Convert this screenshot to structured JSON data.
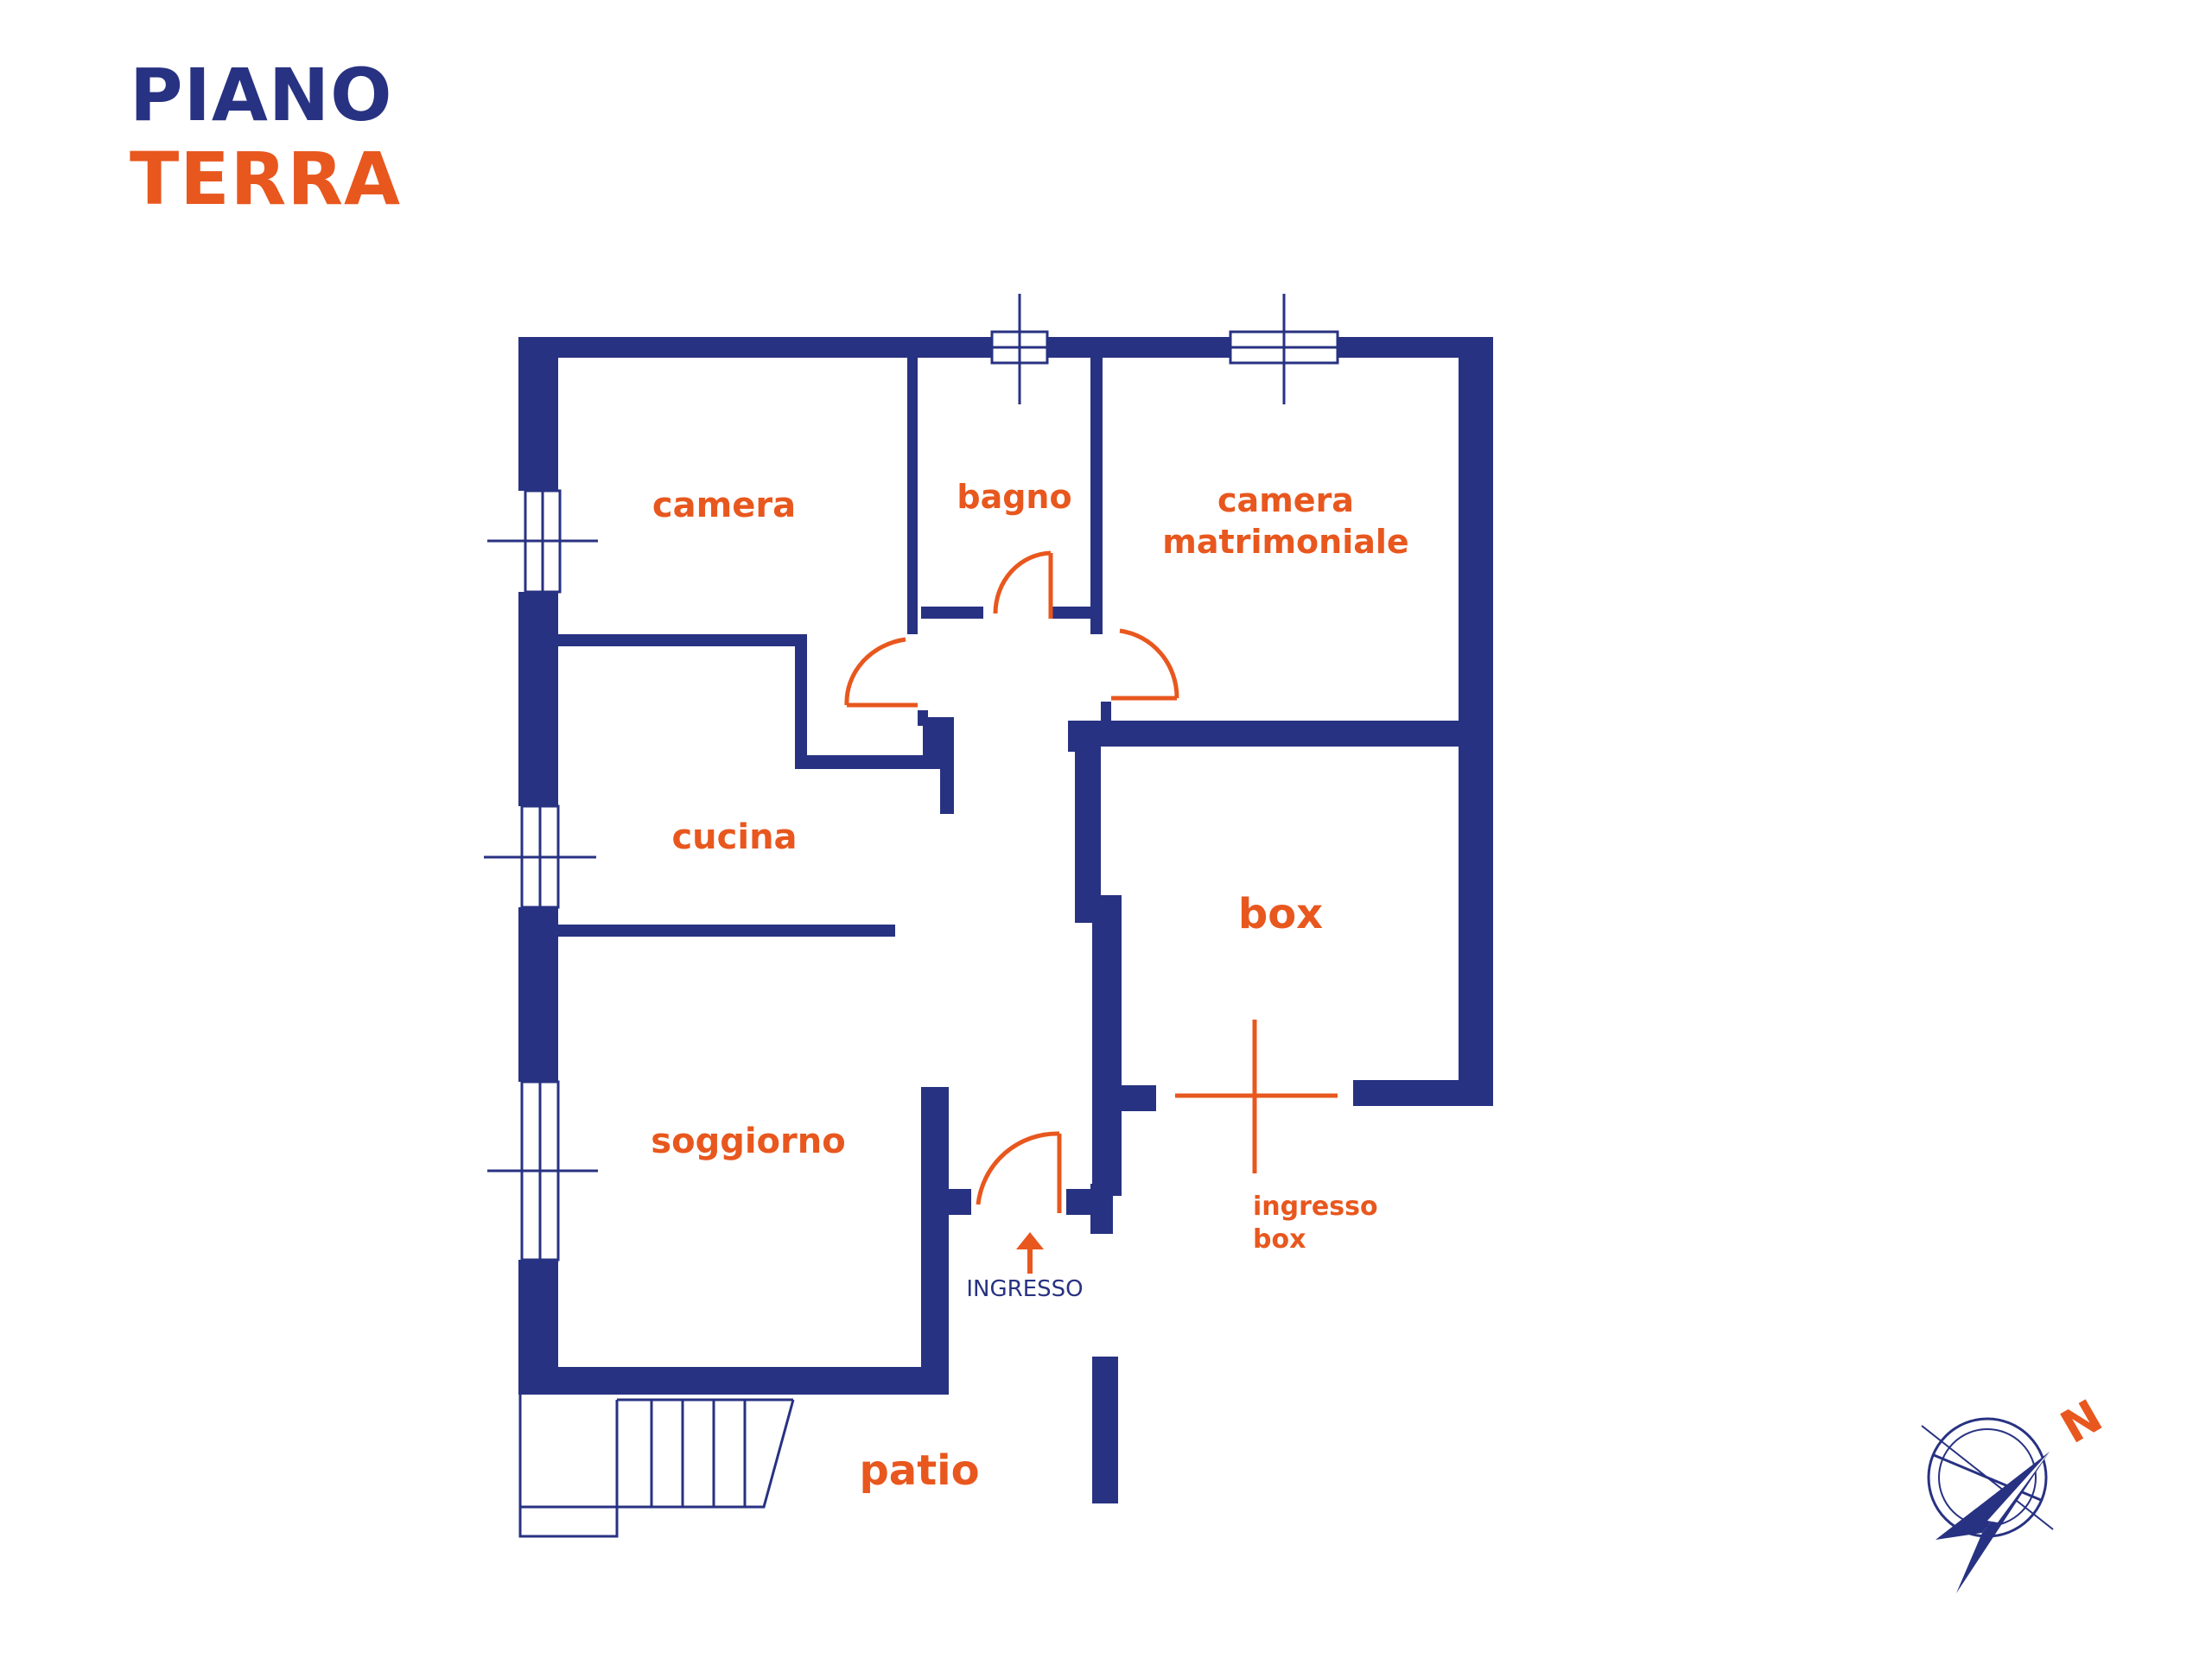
{
  "colors": {
    "wall": "#283282",
    "accent": "#E8571E",
    "background": "#FFFFFF"
  },
  "title": {
    "line1": "PIANO",
    "line2": "TERRA"
  },
  "rooms": [
    {
      "id": "camera",
      "label": "camera"
    },
    {
      "id": "bagno",
      "label": "bagno"
    },
    {
      "id": "camera-matrimoniale",
      "line1": "camera",
      "line2": "matrimoniale"
    },
    {
      "id": "cucina",
      "label": "cucina"
    },
    {
      "id": "box",
      "label": "box"
    },
    {
      "id": "soggiorno",
      "label": "soggiorno"
    },
    {
      "id": "patio",
      "label": "patio"
    }
  ],
  "labels": {
    "entrance": "INGRESSO",
    "box_entrance_line1": "ingresso",
    "box_entrance_line2": "box"
  },
  "compass": {
    "north": "N"
  }
}
